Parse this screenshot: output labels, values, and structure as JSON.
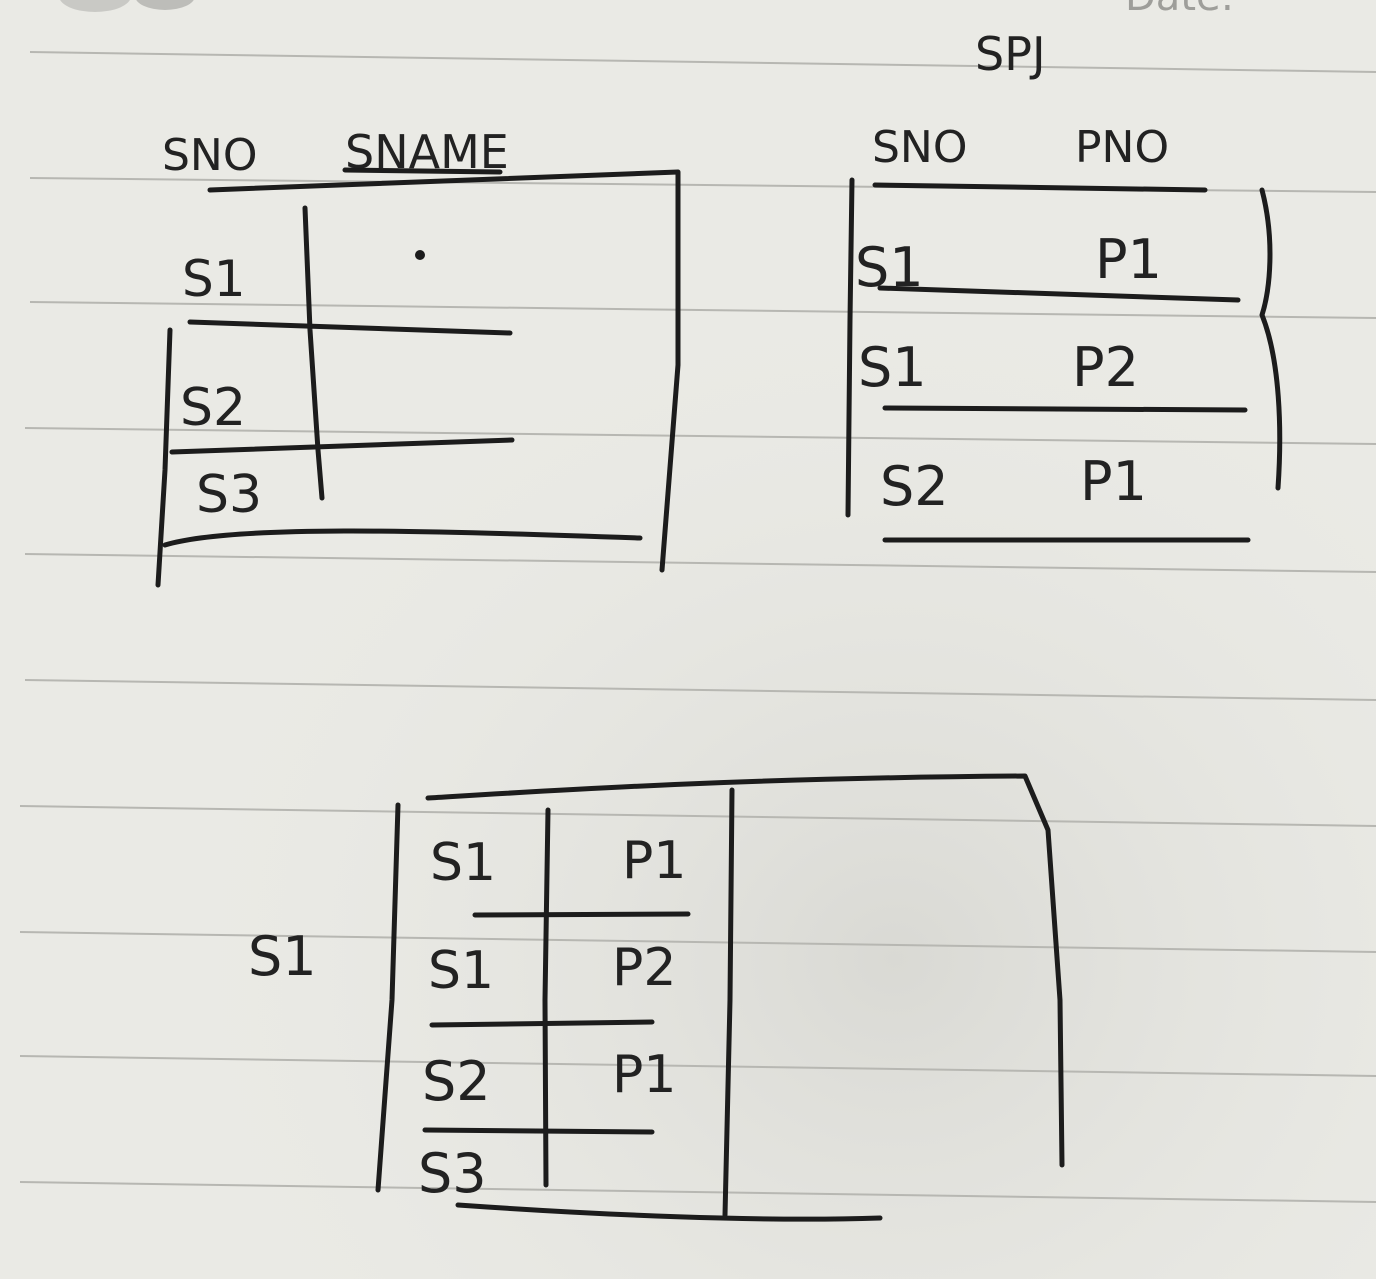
{
  "page": {
    "date_label": "Date:"
  },
  "table_s": {
    "headers": [
      "SNO",
      "SNAME"
    ],
    "rows": [
      "S1",
      "S2",
      "S3"
    ]
  },
  "table_sp": {
    "title": "SPJ",
    "headers": [
      "SNO",
      "PNO"
    ],
    "rows": [
      [
        "S1",
        "P1"
      ],
      [
        "S1",
        "P2"
      ],
      [
        "S2",
        "P1"
      ]
    ]
  },
  "table_join": {
    "side_label": "S1",
    "rows": [
      [
        "S1",
        "P1"
      ],
      [
        "S1",
        "P2"
      ],
      [
        "S2",
        "P1"
      ],
      [
        "S3",
        ""
      ]
    ]
  }
}
